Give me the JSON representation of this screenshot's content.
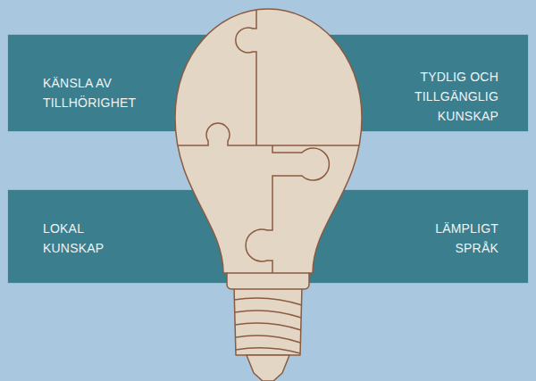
{
  "diagram": {
    "nodes": [
      {
        "text": [
          "KÄNSLA AV TILLHÖRIGHET"
        ]
      },
      {
        "text": [
          "TYDLIG OCH TILLGÄNGLIG KUNSKAP"
        ]
      },
      {
        "text": [
          "LOKAL KUNSKAP"
        ]
      },
      {
        "text": [
          "LÄMPLIGT SPRÅK"
        ]
      }
    ]
  }
}
